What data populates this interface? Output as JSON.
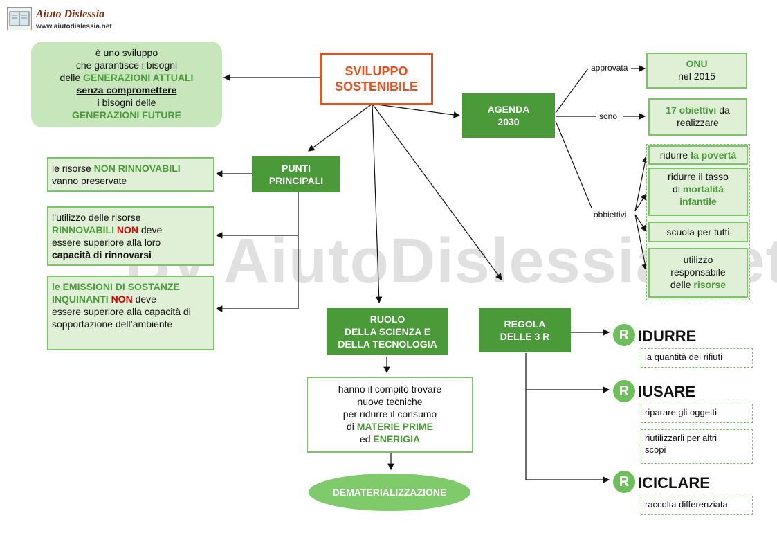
{
  "header": {
    "logo_text": "Aiuto Dislessia",
    "url": "www.aiutodislessia.net"
  },
  "watermark": "By AiutoDislessia.net",
  "colors": {
    "green_dark": "#4a9a3a",
    "green_light": "#dff0d6",
    "red": "#e85020"
  },
  "center": {
    "line1": "SVILUPPO",
    "line2": "SOSTENIBILE"
  },
  "definition": {
    "t1": "è uno sviluppo",
    "t2": "che garantisce i bisogni",
    "t3": "delle ",
    "t3g": "GENERAZIONI ATTUALI",
    "t4": "senza compromettere",
    "t5": "i bisogni delle",
    "t6g": "GENERAZIONI FUTURE"
  },
  "punti": {
    "label1": "PUNTI",
    "label2": "PRINCIPALI",
    "p1_a": "le risorse ",
    "p1_g": "NON RINNOVABILI",
    "p1_b": "vanno preservate",
    "p2_a": "l’utilizzo delle risorse",
    "p2_g": "RINNOVABILI",
    "p2_r": "NON",
    "p2_b": " deve",
    "p2_c": "essere superiore alla loro",
    "p2_d": "capacità di rinnovarsi",
    "p3_g1": "le EMISSIONI DI SOSTANZE",
    "p3_g2": "INQUINANTI",
    "p3_r": "NON",
    "p3_b": " deve",
    "p3_c": "essere superiore alla capacità di",
    "p3_d": "sopportazione dell’ambiente"
  },
  "agenda": {
    "label1": "AGENDA",
    "label2": "2030",
    "approvata": "approvata",
    "sono": "sono",
    "obbiettivi": "obbiettivi",
    "onu1": "ONU",
    "onu2": "nel 2015",
    "ob_g": "17 obiettivi",
    "ob_a": " da",
    "ob_b": "realizzare",
    "o1_a": "ridurre ",
    "o1_g": "la povertà",
    "o2_a": "ridurre il tasso",
    "o2_b": "di ",
    "o2_g1": "mortalità",
    "o2_g2": "infantile",
    "o3": "scuola per tutti",
    "o4_a": "utilizzo",
    "o4_b": "responsabile",
    "o4_c": "delle ",
    "o4_g": "risorse"
  },
  "ruolo": {
    "l1": "RUOLO",
    "l2": "DELLA SCIENZA E",
    "l3": "DELLA TECNOLOGIA",
    "d1": "hanno il compito trovare",
    "d2": "nuove tecniche",
    "d3": "per  ridurre il consumo",
    "d4a": "di ",
    "d4g": "MATERIE PRIME",
    "d5a": "ed ",
    "d5g": "ENERIGIA",
    "demat": "DEMATERIALIZZAZIONE"
  },
  "regola": {
    "l1": "REGOLA",
    "l2": "DELLE 3 R",
    "r_letter": "R",
    "w1": "IDURRE",
    "w2": "IUSARE",
    "w3": "ICICLARE",
    "d1": "la quantità dei rifiuti",
    "d2": "riparare gli oggetti",
    "d3a": "riutilizzarli per altri",
    "d3b": "scopi",
    "d4": "raccolta differenziata"
  }
}
